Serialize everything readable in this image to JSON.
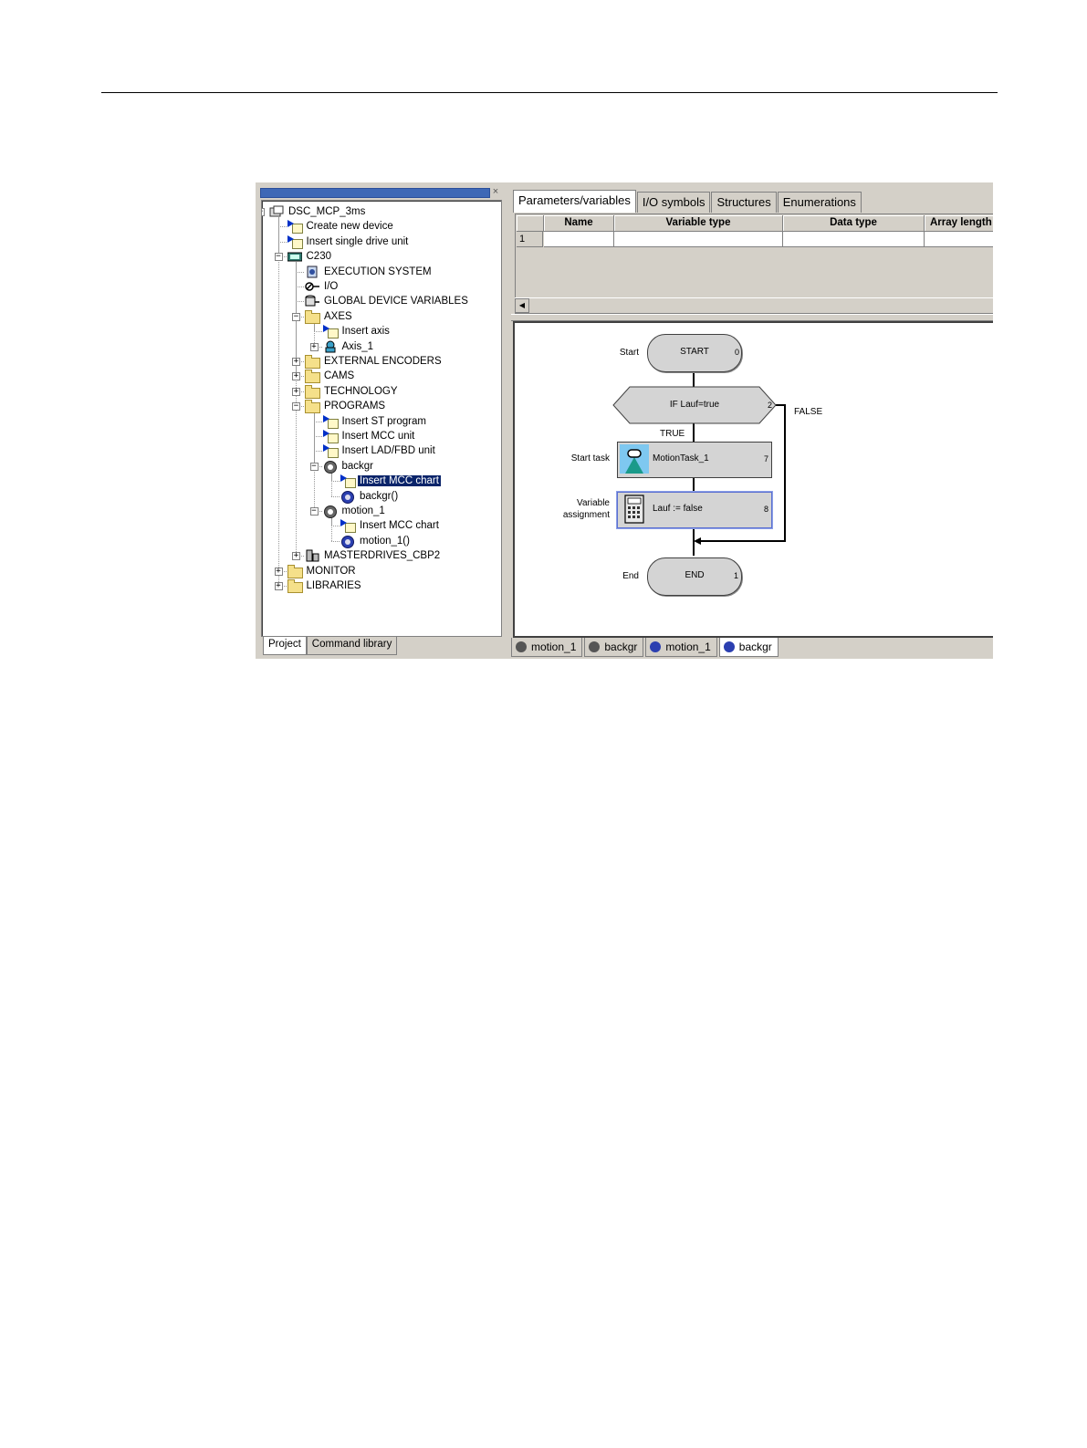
{
  "project_tree": {
    "items": [
      {
        "label": "DSC_MCP_3ms",
        "icon": "project-icon",
        "level": 0,
        "toggle": "−"
      },
      {
        "label": "Create new device",
        "icon": "insert-icon",
        "level": 1,
        "toggle": ""
      },
      {
        "label": "Insert single drive unit",
        "icon": "insert-icon",
        "level": 1,
        "toggle": ""
      },
      {
        "label": "C230",
        "icon": "device-icon",
        "level": 1,
        "toggle": "−"
      },
      {
        "label": "EXECUTION SYSTEM",
        "icon": "execution-system-icon",
        "level": 2,
        "toggle": ""
      },
      {
        "label": "I/O",
        "icon": "io-icon",
        "level": 2,
        "toggle": ""
      },
      {
        "label": "GLOBAL DEVICE VARIABLES",
        "icon": "database-icon",
        "level": 2,
        "toggle": ""
      },
      {
        "label": "AXES",
        "icon": "folder-icon",
        "level": 2,
        "toggle": "−"
      },
      {
        "label": "Insert axis",
        "icon": "insert-icon",
        "level": 3,
        "toggle": ""
      },
      {
        "label": "Axis_1",
        "icon": "axis-icon",
        "level": 3,
        "toggle": "+"
      },
      {
        "label": "EXTERNAL ENCODERS",
        "icon": "folder-icon",
        "level": 2,
        "toggle": "+"
      },
      {
        "label": "CAMS",
        "icon": "folder-icon",
        "level": 2,
        "toggle": "+"
      },
      {
        "label": "TECHNOLOGY",
        "icon": "folder-icon",
        "level": 2,
        "toggle": "+"
      },
      {
        "label": "PROGRAMS",
        "icon": "folder-icon",
        "level": 2,
        "toggle": "−"
      },
      {
        "label": "Insert ST program",
        "icon": "insert-icon",
        "level": 3,
        "toggle": ""
      },
      {
        "label": "Insert MCC unit",
        "icon": "insert-icon",
        "level": 3,
        "toggle": ""
      },
      {
        "label": "Insert LAD/FBD unit",
        "icon": "insert-icon",
        "level": 3,
        "toggle": ""
      },
      {
        "label": "backgr",
        "icon": "mcc-unit-icon",
        "level": 3,
        "toggle": "−"
      },
      {
        "label": "Insert MCC chart",
        "icon": "insert-icon",
        "level": 4,
        "toggle": "",
        "selected": true
      },
      {
        "label": "backgr()",
        "icon": "mcc-chart-icon",
        "level": 4,
        "toggle": ""
      },
      {
        "label": "motion_1",
        "icon": "mcc-unit-icon",
        "level": 3,
        "toggle": "−"
      },
      {
        "label": "Insert MCC chart",
        "icon": "insert-icon",
        "level": 4,
        "toggle": ""
      },
      {
        "label": "motion_1()",
        "icon": "mcc-chart-icon",
        "level": 4,
        "toggle": ""
      },
      {
        "label": "MASTERDRIVES_CBP2",
        "icon": "drive-icon",
        "level": 2,
        "toggle": "+"
      },
      {
        "label": "MONITOR",
        "icon": "folder-icon",
        "level": 1,
        "toggle": "+"
      },
      {
        "label": "LIBRARIES",
        "icon": "folder-icon",
        "level": 1,
        "toggle": "+"
      }
    ],
    "close_glyph": "×",
    "bottom_tabs": [
      "Project",
      "Command library"
    ]
  },
  "detail_tabs": [
    "Parameters/variables",
    "I/O symbols",
    "Structures",
    "Enumerations"
  ],
  "variable_table": {
    "columns": [
      "Name",
      "Variable type",
      "Data type",
      "Array length"
    ],
    "rows": [
      [
        "1",
        "",
        "",
        "",
        ""
      ]
    ],
    "scroll_glyph": "◀"
  },
  "flowchart": {
    "start": {
      "label": "Start",
      "text": "START",
      "num": "0"
    },
    "if": {
      "text": "IF Lauf=true",
      "num": "2",
      "true_label": "TRUE",
      "false_label": "FALSE"
    },
    "task": {
      "label": "Start task",
      "text": "MotionTask_1",
      "num": "7"
    },
    "assign": {
      "label_1": "Variable",
      "label_2": "assignment",
      "text": "Lauf := false",
      "num": "8"
    },
    "end": {
      "label": "End",
      "text": "END",
      "num": "1"
    }
  },
  "editor_tabs": [
    {
      "label": "motion_1",
      "icon": "mcc-unit-icon",
      "active": false
    },
    {
      "label": "backgr",
      "icon": "mcc-unit-icon",
      "active": false
    },
    {
      "label": "motion_1",
      "icon": "mcc-chart-icon",
      "active": false
    },
    {
      "label": "backgr",
      "icon": "mcc-chart-icon",
      "active": true
    }
  ]
}
